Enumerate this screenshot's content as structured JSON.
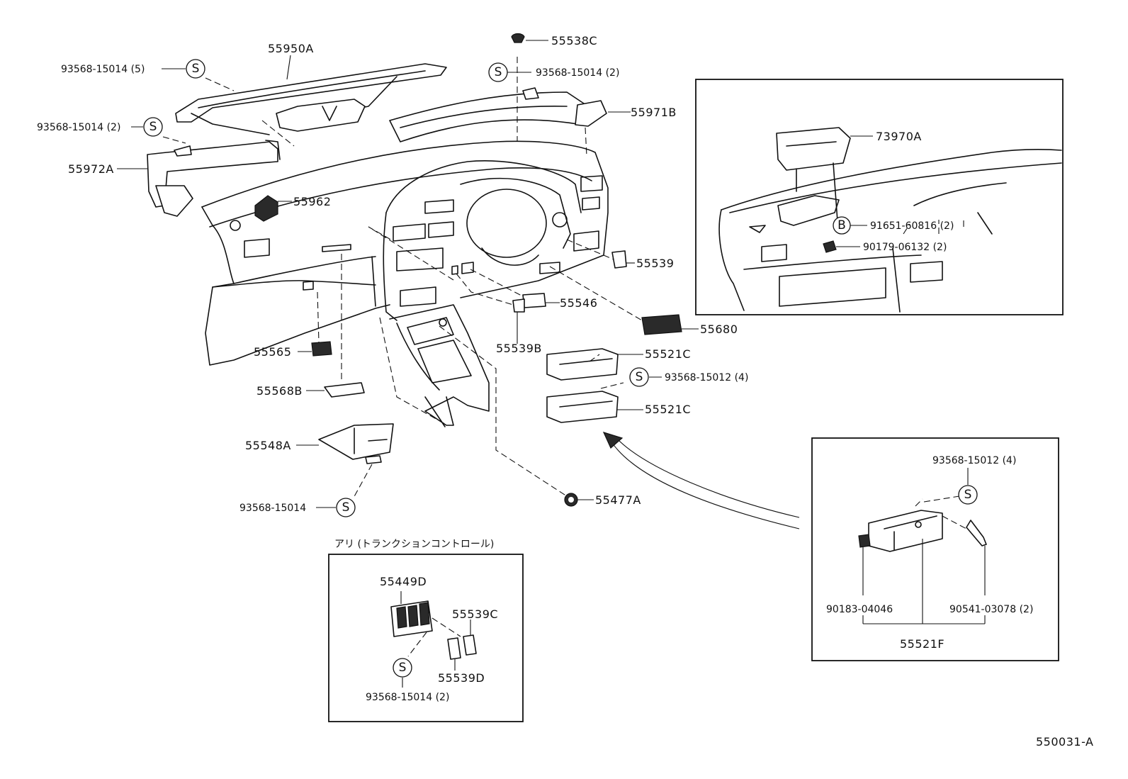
{
  "diagram_id": "550031-A",
  "symbols": {
    "screw": "S",
    "bolt": "B"
  },
  "labels": {
    "p55950A": "55950A",
    "p55538C": "55538C",
    "p55971B": "55971B",
    "p55972A": "55972A",
    "p55962": "55962",
    "p55539": "55539",
    "p55546": "55546",
    "p55680": "55680",
    "p55539B": "55539B",
    "p55565": "55565",
    "p55521C_top": "55521C",
    "p55521C_bot": "55521C",
    "p55568B": "55568B",
    "p55548A": "55548A",
    "p55477A": "55477A",
    "p73970A": "73970A",
    "p55449D": "55449D",
    "p55539C": "55539C",
    "p55539D": "55539D",
    "p55521F": "55521F",
    "p90183": "90183-04046",
    "p90541": "90541-03078 (2)"
  },
  "fasteners": {
    "s1": "93568-15014 (5)",
    "s2": "93568-15014 (2)",
    "s3": "93568-15014 (2)",
    "s4": "93568-15012 (4)",
    "s5": "93568-15014",
    "s6": "93568-15012 (4)",
    "s7": "93568-15014 (2)",
    "b1": "91651-60816 (2)",
    "b2": "90179-06132 (2)"
  },
  "option_box": {
    "title": "アリ (トランクションコントロール)"
  }
}
